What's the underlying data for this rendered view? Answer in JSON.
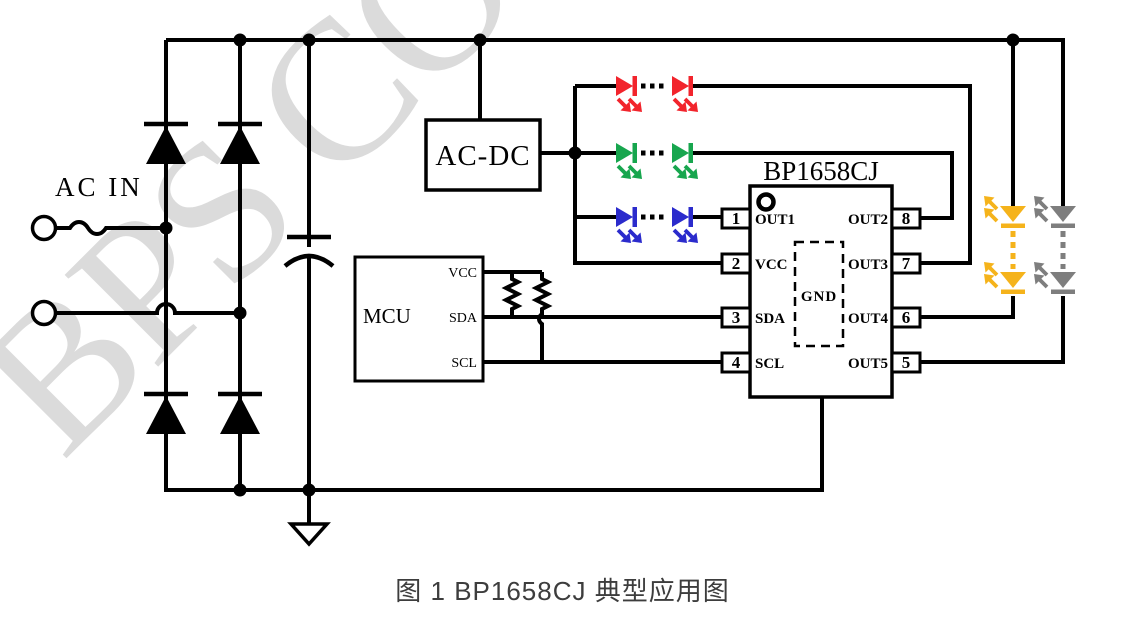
{
  "watermark": "BPS CONFI",
  "caption": "图 1 BP1658CJ 典型应用图",
  "labels": {
    "ac_in": "AC IN",
    "acdc": "AC-DC",
    "mcu": "MCU"
  },
  "mcu_pins": {
    "vcc": "VCC",
    "sda": "SDA",
    "scl": "SCL"
  },
  "chip": {
    "title": "BP1658CJ",
    "gnd": "GND",
    "left_pins": [
      {
        "num": "1",
        "name": "OUT1"
      },
      {
        "num": "2",
        "name": "VCC"
      },
      {
        "num": "3",
        "name": "SDA"
      },
      {
        "num": "4",
        "name": "SCL"
      }
    ],
    "right_pins": [
      {
        "num": "8",
        "name": "OUT2"
      },
      {
        "num": "7",
        "name": "OUT3"
      },
      {
        "num": "6",
        "name": "OUT4"
      },
      {
        "num": "5",
        "name": "OUT5"
      }
    ]
  },
  "led_strings": [
    {
      "name": "red-led-string",
      "color": "red"
    },
    {
      "name": "green-led-string",
      "color": "green"
    },
    {
      "name": "blue-led-string",
      "color": "blue"
    },
    {
      "name": "amber-led-string",
      "color": "amber"
    },
    {
      "name": "gray-led-string",
      "color": "gray"
    }
  ],
  "colors": {
    "wire": "#000000",
    "red": "#F2242C",
    "green": "#17A64E",
    "blue": "#2B2BCC",
    "amber": "#F5B31B",
    "gray": "#7E7E7E",
    "watermark": "#DBDBDB",
    "caption": "#3D3D3D"
  }
}
